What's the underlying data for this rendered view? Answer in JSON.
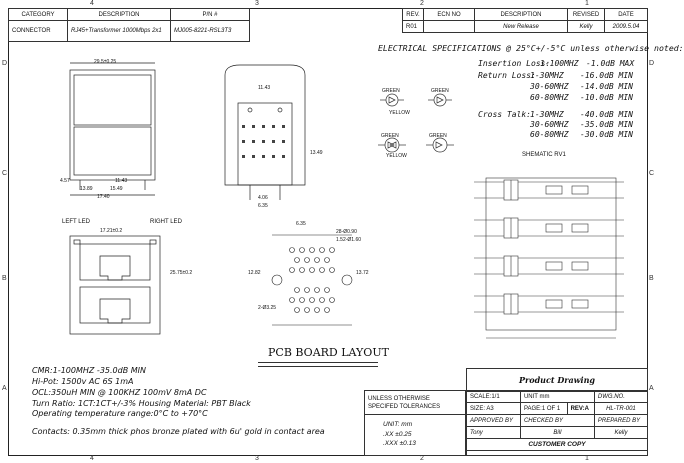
{
  "header_table": {
    "col_category": "CATEGORY",
    "col_description": "DESCRIPTION",
    "col_pn": "P/N #",
    "category": "CONNECTOR",
    "description": "RJ45+Transformer 1000Mbps 2x1",
    "pn": "MJ005-8221-RSL3T3"
  },
  "revision_table": {
    "col_rev": "REV.",
    "col_ecn": "ECN NO",
    "col_description": "DESCRIPTION",
    "col_revised": "REVISED",
    "col_date": "DATE",
    "rev": "R01",
    "ecn": "",
    "description": "New Release",
    "revised": "Kelly",
    "date": "2009.5.04"
  },
  "zone_numbers": [
    "4",
    "3",
    "2",
    "1"
  ],
  "zone_letters": [
    "D",
    "C",
    "B",
    "A"
  ],
  "electrical": {
    "title": "ELECTRICAL SPECIFICATIONS @ 25°C+/-5°C unless otherwise noted:",
    "insertion_loss": {
      "label": "Insertion Loss:",
      "rows": [
        {
          "range": "1-100MHZ",
          "value": "-1.0dB MAX"
        }
      ]
    },
    "return_loss": {
      "label": "Return Loss:",
      "rows": [
        {
          "range": "1-30MHZ",
          "value": "-16.0dB MIN"
        },
        {
          "range": "30-60MHZ",
          "value": "-14.0dB MIN"
        },
        {
          "range": "60-80MHZ",
          "value": "-10.0dB MIN"
        }
      ]
    },
    "cross_talk": {
      "label": "Cross Talk:",
      "rows": [
        {
          "range": "1-30MHZ",
          "value": "-40.0dB MIN"
        },
        {
          "range": "30-60MHZ",
          "value": "-35.0dB MIN"
        },
        {
          "range": "60-80MHZ",
          "value": "-30.0dB MIN"
        }
      ]
    }
  },
  "led_labels": {
    "green": "GREEN",
    "yellow": "YELLOW"
  },
  "schematic_title": "SHEMATIC RV1",
  "left_led": "LEFT LED",
  "right_led": "RIGHT LED",
  "pcb_title": "PCB BOARD LAYOUT",
  "notes": [
    "CMR:1-100MHZ   -35.0dB MIN",
    "Hi-Pot:  1500v AC 6S 1mA",
    "OCL:350uH MIN @ 100KHZ 100mV 8mA DC",
    "Turn Ratio: 1CT:1CT+/-3%   Housing Material: PBT Black",
    "Operating temperature range:0°C to +70°C",
    "Contacts: 0.35mm thick phos bronze plated with 6u' gold in contact area"
  ],
  "tolerance_block": {
    "unless": "UNLESS OTHERWISE",
    "specified": "SPECIFED TOLERANCES",
    "unit": "UNIT:  mm",
    "tol_xx": ".XX   ±0.25",
    "tol_xxx": ".XXX  ±0.13"
  },
  "title_block": {
    "product_drawing": "Product Drawing",
    "scale": "SCALE:1/1",
    "unit": "UNIT  mm",
    "size": "SIZE: A3",
    "page": "PAGE:1 OF 1",
    "rev": "REV:A",
    "dwg_no_label": "DWG.NO.",
    "dwg_no": "HL-TR-001",
    "approved_by": "APPROVED BY",
    "checked_by": "CHECKED BY",
    "prepared_by": "PREPARED BY",
    "approver": "Tony",
    "checker": "Bill",
    "preparer": "Kelly",
    "customer_copy": "CUSTOMER COPY"
  },
  "dims": {
    "top_width": "29.5±0.25",
    "d1": "4.57",
    "d2": "13.89",
    "d3": "11.43",
    "d4": "15.49",
    "d5": "17.40",
    "side_top": "11.43",
    "side_w": "13.49",
    "side_b": "4.06",
    "side_c": "6.35",
    "front_w": "17.21±0.2",
    "front_h": "25.75±0.2",
    "pcb_a": "6.35",
    "pcb_b": "28-Ø0.90",
    "pcb_c": "1.52-Ø1.60",
    "pcb_d": "2-Ø3.25",
    "pcb_e": "12.82",
    "pcb_f": "13.72"
  }
}
